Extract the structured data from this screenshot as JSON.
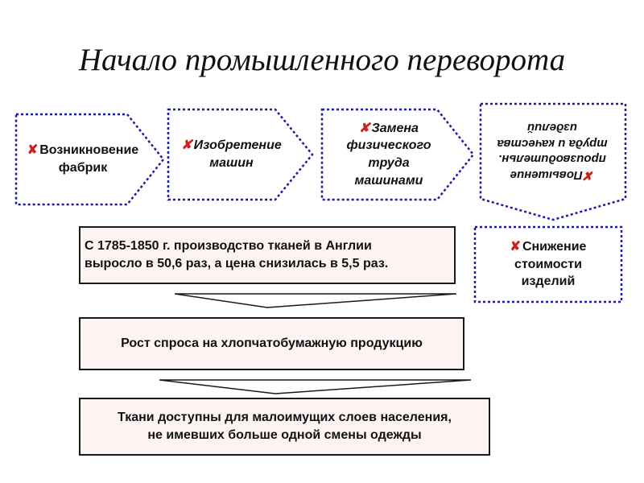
{
  "title": "Начало промышленного переворота",
  "colors": {
    "dashed_border": "#1a1aa6",
    "box_border": "#1a1a1a",
    "box_fill": "#fdf3f3",
    "marker": "#cc1f1f"
  },
  "chain": [
    {
      "marker": "✘",
      "text": "Возникновение\nфабрик"
    },
    {
      "marker": "✘",
      "text": "Изобретение\nмашин"
    },
    {
      "marker": "✘",
      "text": "Замена\nфизического\nтруда\nмашинами"
    },
    {
      "marker": "✘",
      "text": "Повышение\nпроизводительн.\nтруда и качества\nизделий"
    }
  ],
  "side_box": {
    "marker": "✘",
    "text": "Снижение\nстоимости\nизделий"
  },
  "results": [
    {
      "text": "С 1785-1850 г. производство тканей в Англии\nвыросло в 50,6 раз, а цена снизилась в 5,5 раз."
    },
    {
      "text": "Рост спроса на хлопчатобумажную продукцию"
    },
    {
      "text": "Ткани доступны для малоимущих слоев населения,\nне имевших больше одной смены одежды"
    }
  ]
}
